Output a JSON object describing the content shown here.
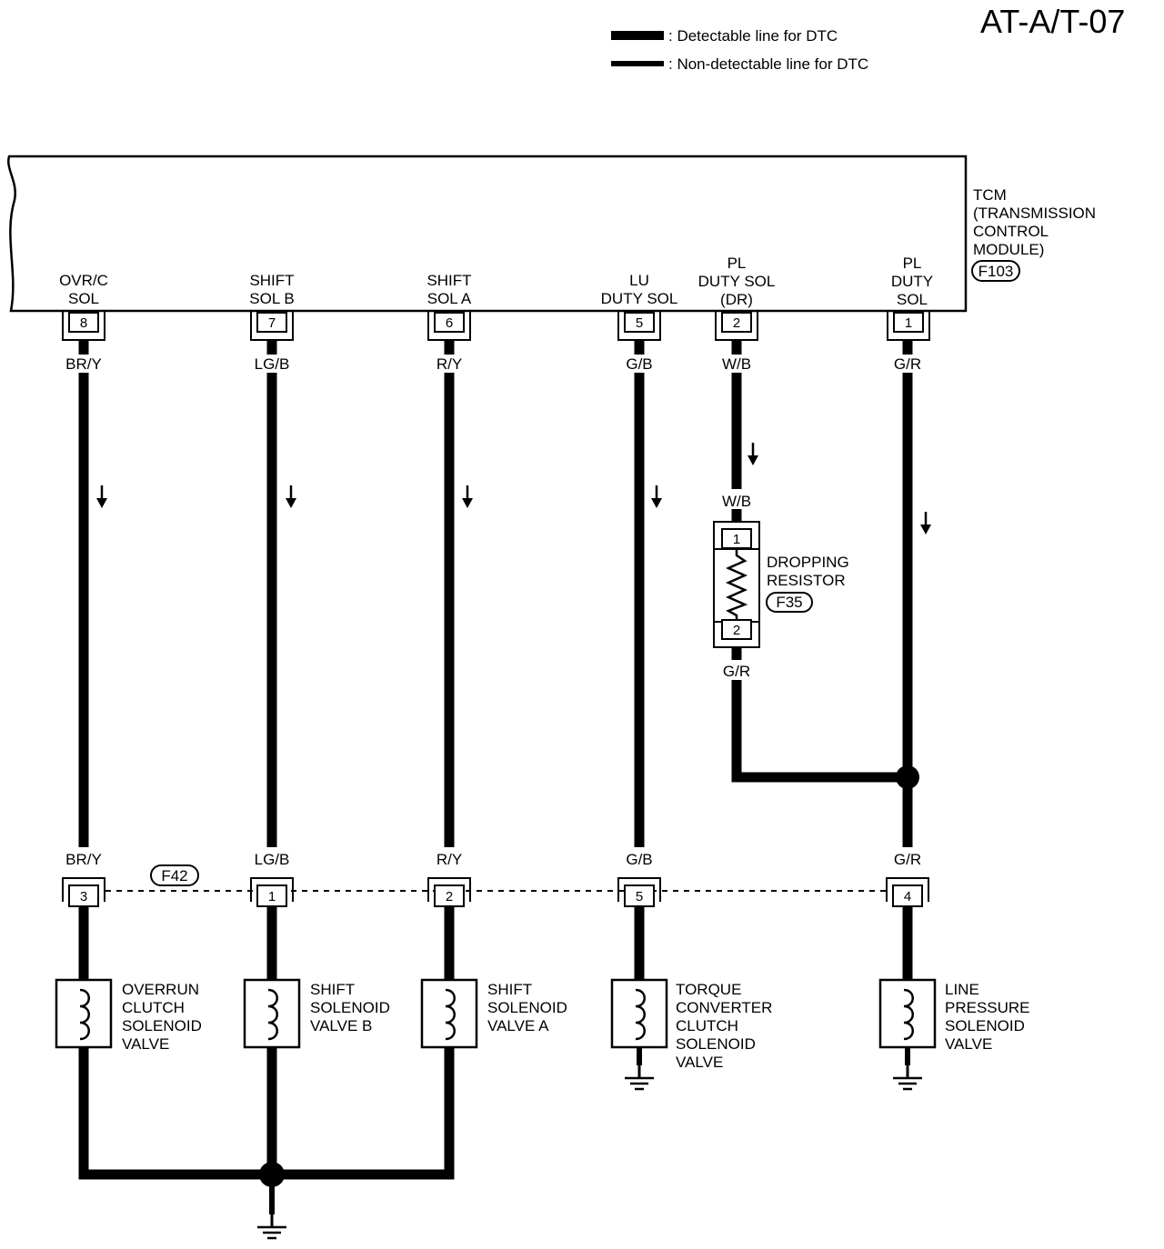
{
  "page_code": "AT-A/T-07",
  "legend": [
    {
      "kind": "detectable",
      "text": ": Detectable line for DTC"
    },
    {
      "kind": "non-detectable",
      "text": ": Non-detectable line for DTC"
    }
  ],
  "tcm": {
    "name_lines": [
      "TCM",
      "(TRANSMISSION",
      "CONTROL",
      "MODULE)"
    ],
    "connector": "F103"
  },
  "tcm_terminals": [
    {
      "pin": "8",
      "label_lines": [
        "OVR/C",
        "SOL"
      ],
      "wire": "BR/Y"
    },
    {
      "pin": "7",
      "label_lines": [
        "SHIFT",
        "SOL B"
      ],
      "wire": "LG/B"
    },
    {
      "pin": "6",
      "label_lines": [
        "SHIFT",
        "SOL A"
      ],
      "wire": "R/Y"
    },
    {
      "pin": "5",
      "label_lines": [
        "LU",
        "DUTY SOL"
      ],
      "wire": "G/B"
    },
    {
      "pin": "2",
      "label_lines": [
        "PL",
        "DUTY SOL",
        "(DR)"
      ],
      "wire": "W/B"
    },
    {
      "pin": "1",
      "label_lines": [
        "PL",
        "DUTY",
        "SOL"
      ],
      "wire": "G/R"
    }
  ],
  "resistor": {
    "name_lines": [
      "DROPPING",
      "RESISTOR"
    ],
    "connector": "F35",
    "pin_top": "1",
    "pin_bottom": "2",
    "wire_in": "W/B",
    "wire_out": "G/R"
  },
  "f42": {
    "connector": "F42",
    "pins": [
      {
        "pin": "3",
        "wire": "BR/Y"
      },
      {
        "pin": "1",
        "wire": "LG/B"
      },
      {
        "pin": "2",
        "wire": "R/Y"
      },
      {
        "pin": "5",
        "wire": "G/B"
      },
      {
        "pin": "4",
        "wire": "G/R"
      }
    ]
  },
  "solenoids": [
    {
      "name_lines": [
        "OVERRUN",
        "CLUTCH",
        "SOLENOID",
        "VALVE"
      ]
    },
    {
      "name_lines": [
        "SHIFT",
        "SOLENOID",
        "VALVE B"
      ]
    },
    {
      "name_lines": [
        "SHIFT",
        "SOLENOID",
        "VALVE A"
      ]
    },
    {
      "name_lines": [
        "TORQUE",
        "CONVERTER",
        "CLUTCH",
        "SOLENOID",
        "VALVE"
      ]
    },
    {
      "name_lines": [
        "LINE",
        "PRESSURE",
        "SOLENOID",
        "VALVE"
      ]
    }
  ]
}
